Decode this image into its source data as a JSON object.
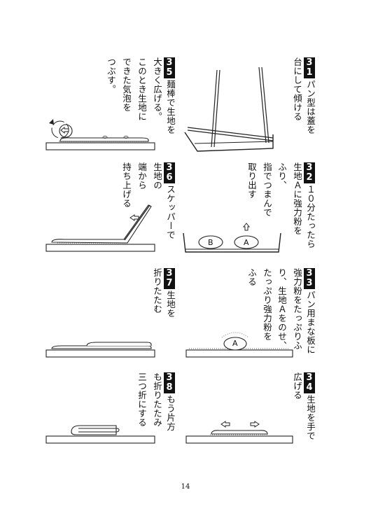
{
  "page_number": "14",
  "steps": [
    {
      "num": "31",
      "lines": [
        "パン型は蓋を",
        "台にして傾ける"
      ]
    },
    {
      "num": "32",
      "lines": [
        "１０分たったら",
        "生地Ａに強力粉を",
        "ふり、",
        "指でつまんで",
        "取り出す"
      ],
      "labels": [
        "B",
        "A"
      ]
    },
    {
      "num": "33",
      "lines": [
        "パン用まな板に",
        "強力粉をたっぷりふ",
        "り、生地Ａをのせ、",
        "たっぷり強力粉を",
        "ふる"
      ],
      "labels": [
        "A"
      ]
    },
    {
      "num": "34",
      "lines": [
        "生地を手で",
        "広げる"
      ]
    },
    {
      "num": "35",
      "lines": [
        "麺棒で生地を",
        "大きく広げる。",
        "このとき生地に",
        "できた気泡を",
        "つぶす。"
      ]
    },
    {
      "num": "36",
      "lines": [
        "スケッパーで",
        "生地の",
        "端から",
        "持ち上げる"
      ]
    },
    {
      "num": "37",
      "lines": [
        "生地を",
        "折りたたむ"
      ]
    },
    {
      "num": "38",
      "lines": [
        "もう片方",
        "も折りたたみ",
        "三つ折にする"
      ]
    }
  ]
}
